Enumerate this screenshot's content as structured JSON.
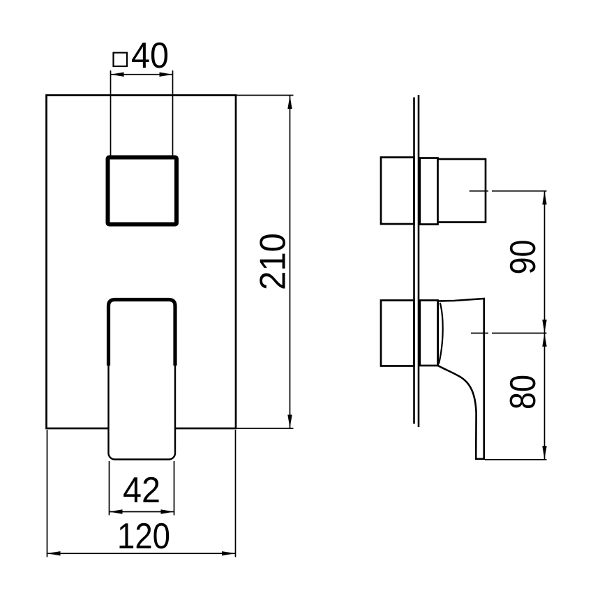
{
  "drawing": {
    "colors": {
      "line": "#000000",
      "background": "#ffffff"
    },
    "dimensions": {
      "button_size": {
        "symbol_icon": "square-symbol",
        "value": "40"
      },
      "body_height": {
        "value": "210"
      },
      "handle_width": {
        "value": "42"
      },
      "body_width": {
        "value": "120"
      },
      "center_spacing": {
        "value": "90"
      },
      "handle_drop": {
        "value": "80"
      }
    }
  }
}
